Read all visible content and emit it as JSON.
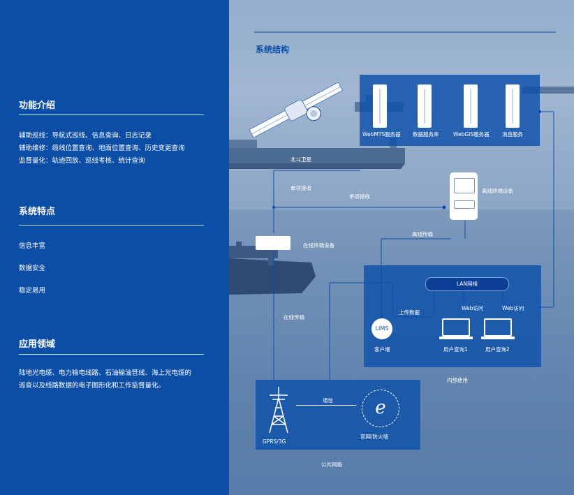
{
  "left": {
    "functions": {
      "title": "功能介绍",
      "lines": [
        "辅助巡线：导航式巡线、信息查询、日志记录",
        "辅助维修：缆线位置查询、地面位置查询、历史变更查询",
        "监督量化：轨迹回放、巡线考核、统计查询"
      ]
    },
    "features": {
      "title": "系统特点",
      "items": [
        "信息丰富",
        "数据安全",
        "稳定易用"
      ]
    },
    "applications": {
      "title": "应用领域",
      "text_line1": "陆地光电缆、电力输电线路、石油输油管线、海上光电缆的",
      "text_line2": "巡查以及线路数据的电子图形化和工作监督量化。"
    }
  },
  "diagram": {
    "title": "系统结构",
    "servers": [
      "WebMTS服务器",
      "数据服务库",
      "WebGIS服务器",
      "消息服务"
    ],
    "satellite_label": "北斗卫星",
    "single_recv_1": "单项接收",
    "single_recv_2": "单项接收",
    "offline_device": "离线终端设备",
    "offline_transfer": "离线传输",
    "online_device": "在线终端设备",
    "online_transfer": "在线传输",
    "lan": "LAN网络",
    "web_access_1": "Web访问",
    "web_access_2": "Web访问",
    "upload": "上传数据",
    "lims": "LIMS",
    "client": "客户端",
    "user1": "用户查询1",
    "user2": "用户查询2",
    "internal": "内部使用",
    "gprs": "GPRS/3G",
    "comm": "通信",
    "firewall": "官网/防火墙",
    "public_net": "公共网络",
    "colors": {
      "left_bg": "#0c4ea6",
      "panel": "#0e50aa",
      "lan_bar": "#0a3f95",
      "title": "#0c4ea6"
    }
  }
}
